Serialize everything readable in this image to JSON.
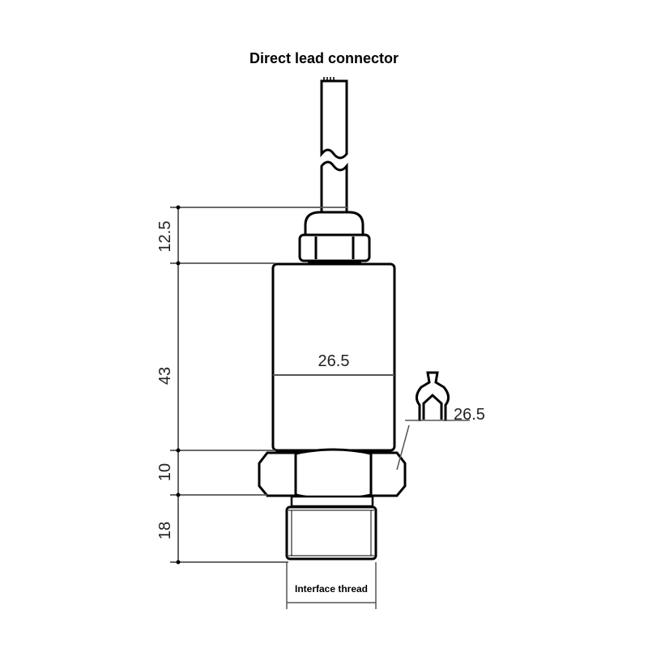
{
  "diagram": {
    "title": "Direct lead connector",
    "dimensions": {
      "cable_gland_height": "12.5",
      "body_height": "43",
      "hex_height": "10",
      "thread_length": "18",
      "body_diameter": "26.5",
      "hex_across_flats": "26.5"
    },
    "labels": {
      "interface_thread": "Interface thread"
    },
    "colors": {
      "outline": "#000000",
      "dimension_line": "#555555",
      "background": "#ffffff"
    }
  }
}
